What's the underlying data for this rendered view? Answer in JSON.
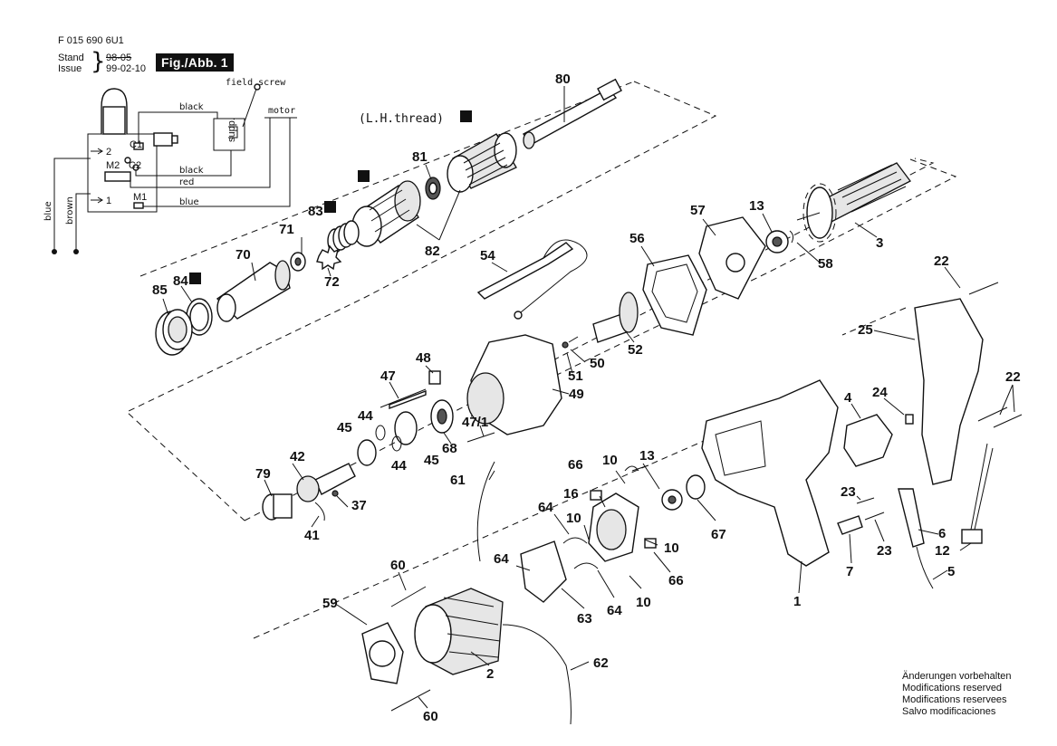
{
  "header": {
    "doc_number": "F 015 690 6U1",
    "stand_label": "Stand",
    "issue_label": "Issue",
    "stand_old": "98-05",
    "issue_date": "99-02-10",
    "figure_badge": "Fig./Abb. 1"
  },
  "wiring": {
    "field_screw": "field screw",
    "motor": "motor",
    "supp": "supp.",
    "wire_black_top": "black",
    "wire_black_mid": "black",
    "wire_red": "red",
    "wire_blue": "blue",
    "lead_blue": "blue",
    "lead_brown": "brown",
    "terminal_c1": "C1",
    "terminal_c2": "C2",
    "terminal_m1": "M1",
    "terminal_m2": "M2",
    "pos_2": "2",
    "pos_1": "1"
  },
  "annotations": {
    "lh_thread": "(L.H.thread)"
  },
  "part_labels": [
    {
      "id": "l80",
      "text": "80"
    },
    {
      "id": "l81",
      "text": "81"
    },
    {
      "id": "l82",
      "text": "82"
    },
    {
      "id": "l83",
      "text": "83"
    },
    {
      "id": "l84",
      "text": "84"
    },
    {
      "id": "l85",
      "text": "85"
    },
    {
      "id": "l70",
      "text": "70"
    },
    {
      "id": "l71",
      "text": "71"
    },
    {
      "id": "l72",
      "text": "72"
    },
    {
      "id": "l57",
      "text": "57"
    },
    {
      "id": "l13a",
      "text": "13"
    },
    {
      "id": "l3",
      "text": "3"
    },
    {
      "id": "l58",
      "text": "58"
    },
    {
      "id": "l56",
      "text": "56"
    },
    {
      "id": "l54",
      "text": "54"
    },
    {
      "id": "l52",
      "text": "52"
    },
    {
      "id": "l51",
      "text": "51"
    },
    {
      "id": "l50",
      "text": "50"
    },
    {
      "id": "l49",
      "text": "49"
    },
    {
      "id": "l48",
      "text": "48"
    },
    {
      "id": "l47",
      "text": "47"
    },
    {
      "id": "l47_1",
      "text": "47/1"
    },
    {
      "id": "l68",
      "text": "68"
    },
    {
      "id": "l44a",
      "text": "44"
    },
    {
      "id": "l44b",
      "text": "44"
    },
    {
      "id": "l45a",
      "text": "45"
    },
    {
      "id": "l45b",
      "text": "45"
    },
    {
      "id": "l42",
      "text": "42"
    },
    {
      "id": "l79",
      "text": "79"
    },
    {
      "id": "l37",
      "text": "37"
    },
    {
      "id": "l41",
      "text": "41"
    },
    {
      "id": "l61",
      "text": "61"
    },
    {
      "id": "l66a",
      "text": "66"
    },
    {
      "id": "l66b",
      "text": "66"
    },
    {
      "id": "l10a",
      "text": "10"
    },
    {
      "id": "l10b",
      "text": "10"
    },
    {
      "id": "l10c",
      "text": "10"
    },
    {
      "id": "l10d",
      "text": "10"
    },
    {
      "id": "l13b",
      "text": "13"
    },
    {
      "id": "l16",
      "text": "16"
    },
    {
      "id": "l64a",
      "text": "64"
    },
    {
      "id": "l64b",
      "text": "64"
    },
    {
      "id": "l64c",
      "text": "64"
    },
    {
      "id": "l63",
      "text": "63"
    },
    {
      "id": "l67",
      "text": "67"
    },
    {
      "id": "l60a",
      "text": "60"
    },
    {
      "id": "l60b",
      "text": "60"
    },
    {
      "id": "l59",
      "text": "59"
    },
    {
      "id": "l2",
      "text": "2"
    },
    {
      "id": "l62",
      "text": "62"
    },
    {
      "id": "l22a",
      "text": "22"
    },
    {
      "id": "l22b",
      "text": "22"
    },
    {
      "id": "l25",
      "text": "25"
    },
    {
      "id": "l4",
      "text": "4"
    },
    {
      "id": "l24",
      "text": "24"
    },
    {
      "id": "l23a",
      "text": "23"
    },
    {
      "id": "l23b",
      "text": "23"
    },
    {
      "id": "l7",
      "text": "7"
    },
    {
      "id": "l6",
      "text": "6"
    },
    {
      "id": "l12",
      "text": "12"
    },
    {
      "id": "l5",
      "text": "5"
    },
    {
      "id": "l1",
      "text": "1"
    }
  ],
  "notes": [
    "Änderungen vorbehalten",
    "Modifications reserved",
    "Modifications reservees",
    "Salvo modificaciones"
  ]
}
